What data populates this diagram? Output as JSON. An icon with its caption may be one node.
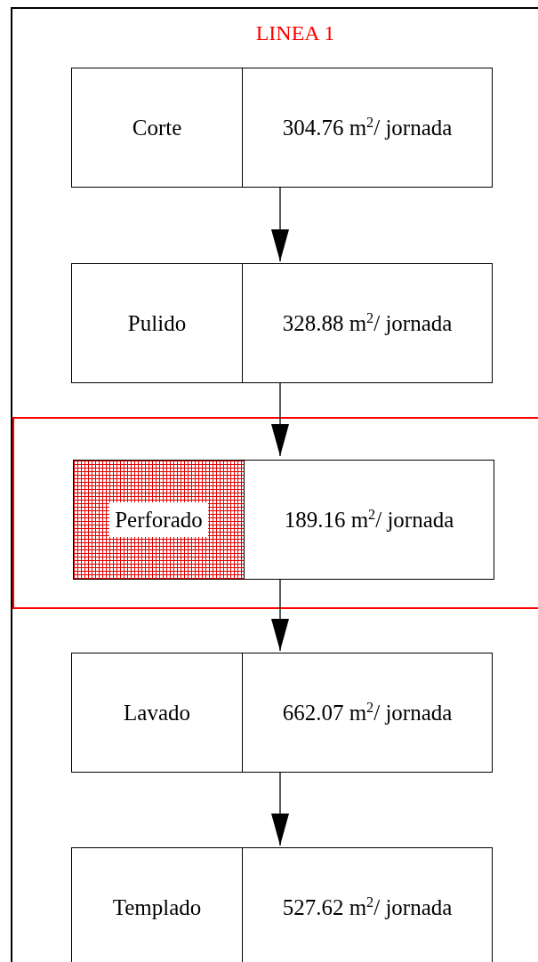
{
  "diagram": {
    "nodes": [
      {
        "text": [
          "LINEA 1"
        ]
      },
      {
        "text": [
          "Corte",
          "304.76 m$^{2}$/ jornada"
        ],
        "in": 0
      },
      {
        "text": [
          "Pulido",
          "328.88 m$^{2}$/ jornada"
        ],
        "in": 0
      },
      {
        "text": [],
        "shape": "box",
        "in": 0
      },
      {
        "text": [
          "Perforado",
          "189.16 m$^{2}$/ jornada"
        ],
        "in": 3
      },
      {
        "text": [
          "Lavado",
          "662.07 m$^{2}$/ jornada"
        ],
        "in": 0
      },
      {
        "text": [
          "Templado",
          "527.62 m$^{2}$/ jornada"
        ],
        "in": 0
      }
    ],
    "edges": [
      {
        "from": 1,
        "to": 2,
        "arrow": "to"
      },
      {
        "from": 2,
        "to": 4,
        "arrow": "to"
      },
      {
        "from": 4,
        "to": 5,
        "arrow": "to"
      },
      {
        "from": 5,
        "to": 6,
        "arrow": "to"
      }
    ]
  }
}
